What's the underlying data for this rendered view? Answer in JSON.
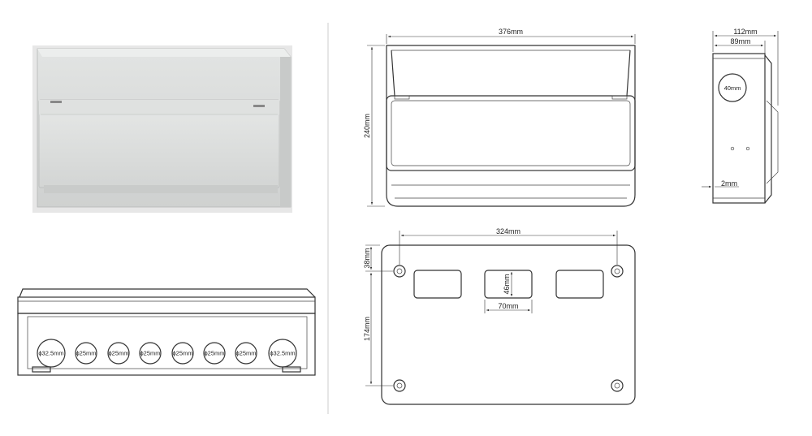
{
  "dimensions": {
    "front_width": "376mm",
    "front_height": "240mm",
    "side_depth_total": "112mm",
    "side_depth_body": "89mm",
    "side_knockout": "40mm",
    "side_wall": "2mm",
    "back_hole_spacing_h": "324mm",
    "back_hole_spacing_v": "174mm",
    "back_top_offset": "38mm",
    "back_cutout_height": "46mm",
    "back_cutout_width": "70mm"
  },
  "bottom_knockouts": [
    "32.5mm",
    "25mm",
    "25mm",
    "25mm",
    "25mm",
    "25mm",
    "25mm",
    "32.5mm"
  ],
  "colors": {
    "line": "#333333",
    "product_body": "#dadcdb",
    "product_shadow": "#c3c5c4",
    "divider": "#cccccc"
  }
}
